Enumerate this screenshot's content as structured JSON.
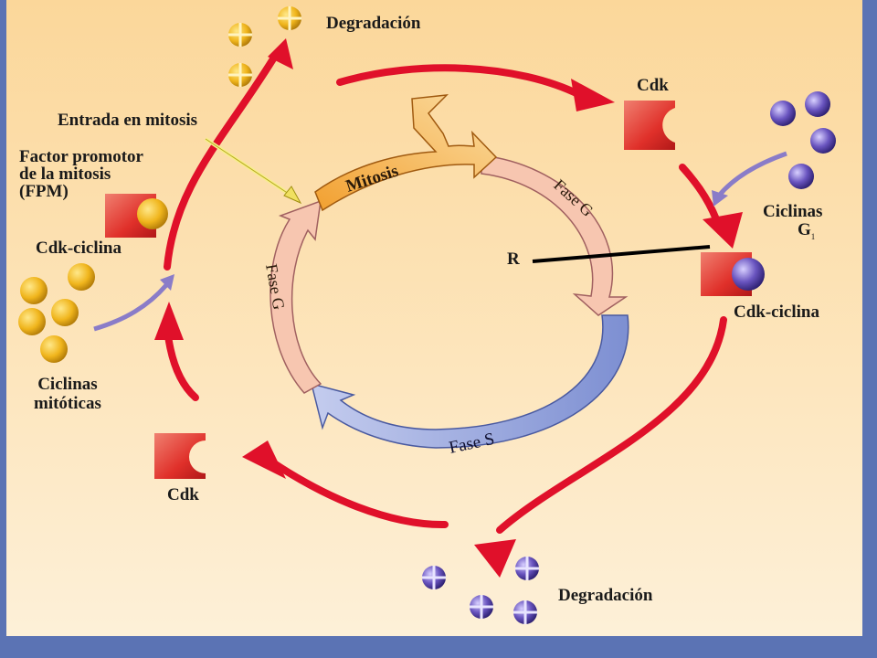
{
  "labels": {
    "degradacion_top": "Degradación",
    "degradacion_bottom": "Degradación",
    "cdk_top_right": "Cdk",
    "cdk_bottom_left": "Cdk",
    "entrada_mitosis": "Entrada en mitosis",
    "fpm": "Factor promotor\nde la mitosis\n(FPM)",
    "cdk_ciclina_left": "Cdk-ciclina",
    "cdk_ciclina_right": "Cdk-ciclina",
    "ciclinas_mitoticas": "Ciclinas\nmitóticas",
    "ciclinas_g1": "Ciclinas",
    "ciclinas_g1_letter": "G",
    "ciclinas_g1_sub": "1",
    "r_point": "R"
  },
  "phases": {
    "mitosis": "Mitosis",
    "fase_g_right": "Fase G",
    "fase_g_left": "Fase G",
    "fase_s": "Fase S"
  },
  "colors": {
    "background": "#fbd89c",
    "frame": "#5b73b4",
    "red_arrow": "#e0102a",
    "cdk": "#e0302a",
    "mitotic_cyclin": "#f0b51c",
    "g1_cyclin": "#6a55c0",
    "mitosis_arrow": "#f0a030",
    "g_phase_arrow": "#f7c6b0",
    "s_phase_arrow": "#8a9bd6",
    "feed_arrow": "#8a7cc8"
  }
}
